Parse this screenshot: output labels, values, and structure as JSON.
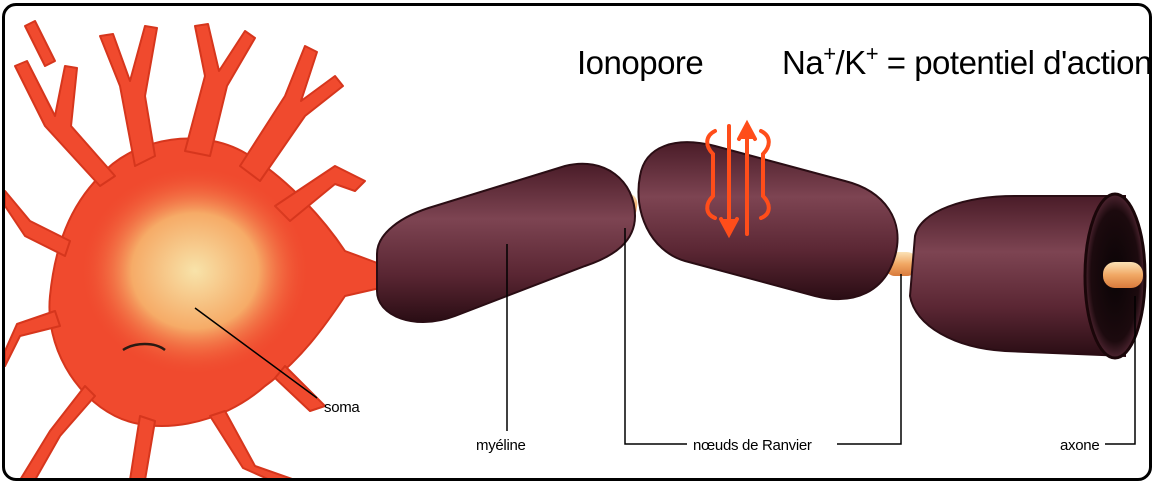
{
  "titles": {
    "ionopore": "Ionopore",
    "ions": {
      "na": "Na",
      "na_sup": "+",
      "sep": "/K",
      "k_sup": "+",
      "rest": " = potentiel d'action"
    }
  },
  "labels": {
    "soma": "soma",
    "myeline": "myéline",
    "noeuds": "nœuds de Ranvier",
    "axone": "axone"
  },
  "colors": {
    "neuron": "#f04a2e",
    "neuron_glow": "#f6e6a6",
    "myelin": "#6b3442",
    "myelin_dark": "#2d0f17",
    "axon": "#f0b37a",
    "arrows": "#ff4d1a"
  }
}
